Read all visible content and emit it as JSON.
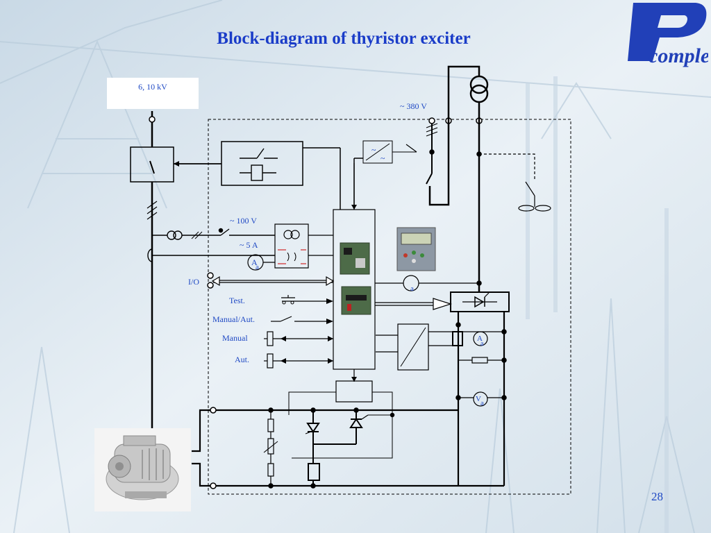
{
  "slide": {
    "title": "Block-diagram of thyristor exciter",
    "page_number": "28"
  },
  "logo": {
    "letter": "P",
    "word": "complex"
  },
  "diagram": {
    "supply_voltage": "6, 10 kV",
    "aux_voltage": "~ 380 V",
    "measure_voltage": "~ 100 V",
    "measure_current": "~ 5 A",
    "io_label": "I/O",
    "controls": {
      "test": "Test.",
      "manual_aut": "Manual/Aut.",
      "manual": "Manual",
      "aut": "Aut."
    },
    "meters": {
      "ammeter_letter": "A",
      "voltmeter_letter": "V",
      "subscript": "a"
    },
    "converter_symbols": [
      "~",
      "~"
    ]
  },
  "colors": {
    "title": "#1a3cc8",
    "label": "#1f49c4",
    "line": "#000000",
    "background": "#dfe9f1"
  }
}
